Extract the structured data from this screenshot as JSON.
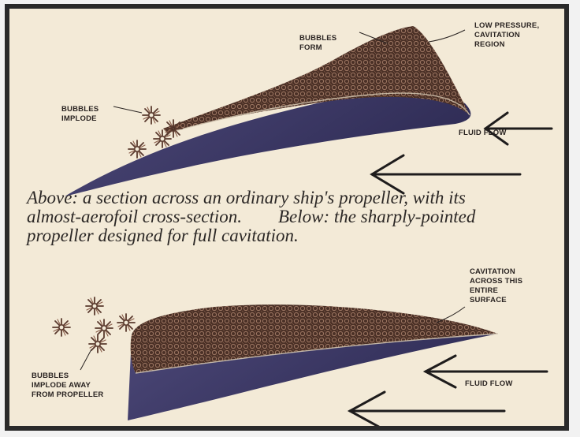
{
  "top_diagram": {
    "label_bubbles_form": [
      "BUBBLES",
      "FORM"
    ],
    "label_low_pressure": [
      "LOW PRESSURE,",
      "CAVITATION",
      "REGION"
    ],
    "label_bubbles_implode": [
      "BUBBLES",
      "IMPLODE"
    ],
    "label_fluid_flow": "FLUID FLOW"
  },
  "caption": {
    "line1": "Above: a section across an ordinary ship's propeller, with its",
    "line2": "almost-aerofoil cross-section.        Below: the sharply-pointed",
    "line3": "propeller designed for full cavitation."
  },
  "bottom_diagram": {
    "label_cavitation_surface": [
      "CAVITATION",
      "ACROSS THIS",
      "ENTIRE",
      "SURFACE"
    ],
    "label_bubbles_implode_away": [
      "BUBBLES",
      "IMPLODE AWAY",
      "FROM PROPELLER"
    ],
    "label_fluid_flow": "FLUID FLOW"
  },
  "colors": {
    "paper": "#f3ead7",
    "blade": "#3d3a66",
    "cavitation_texture": "#4a3026",
    "ink": "#2a2422"
  }
}
